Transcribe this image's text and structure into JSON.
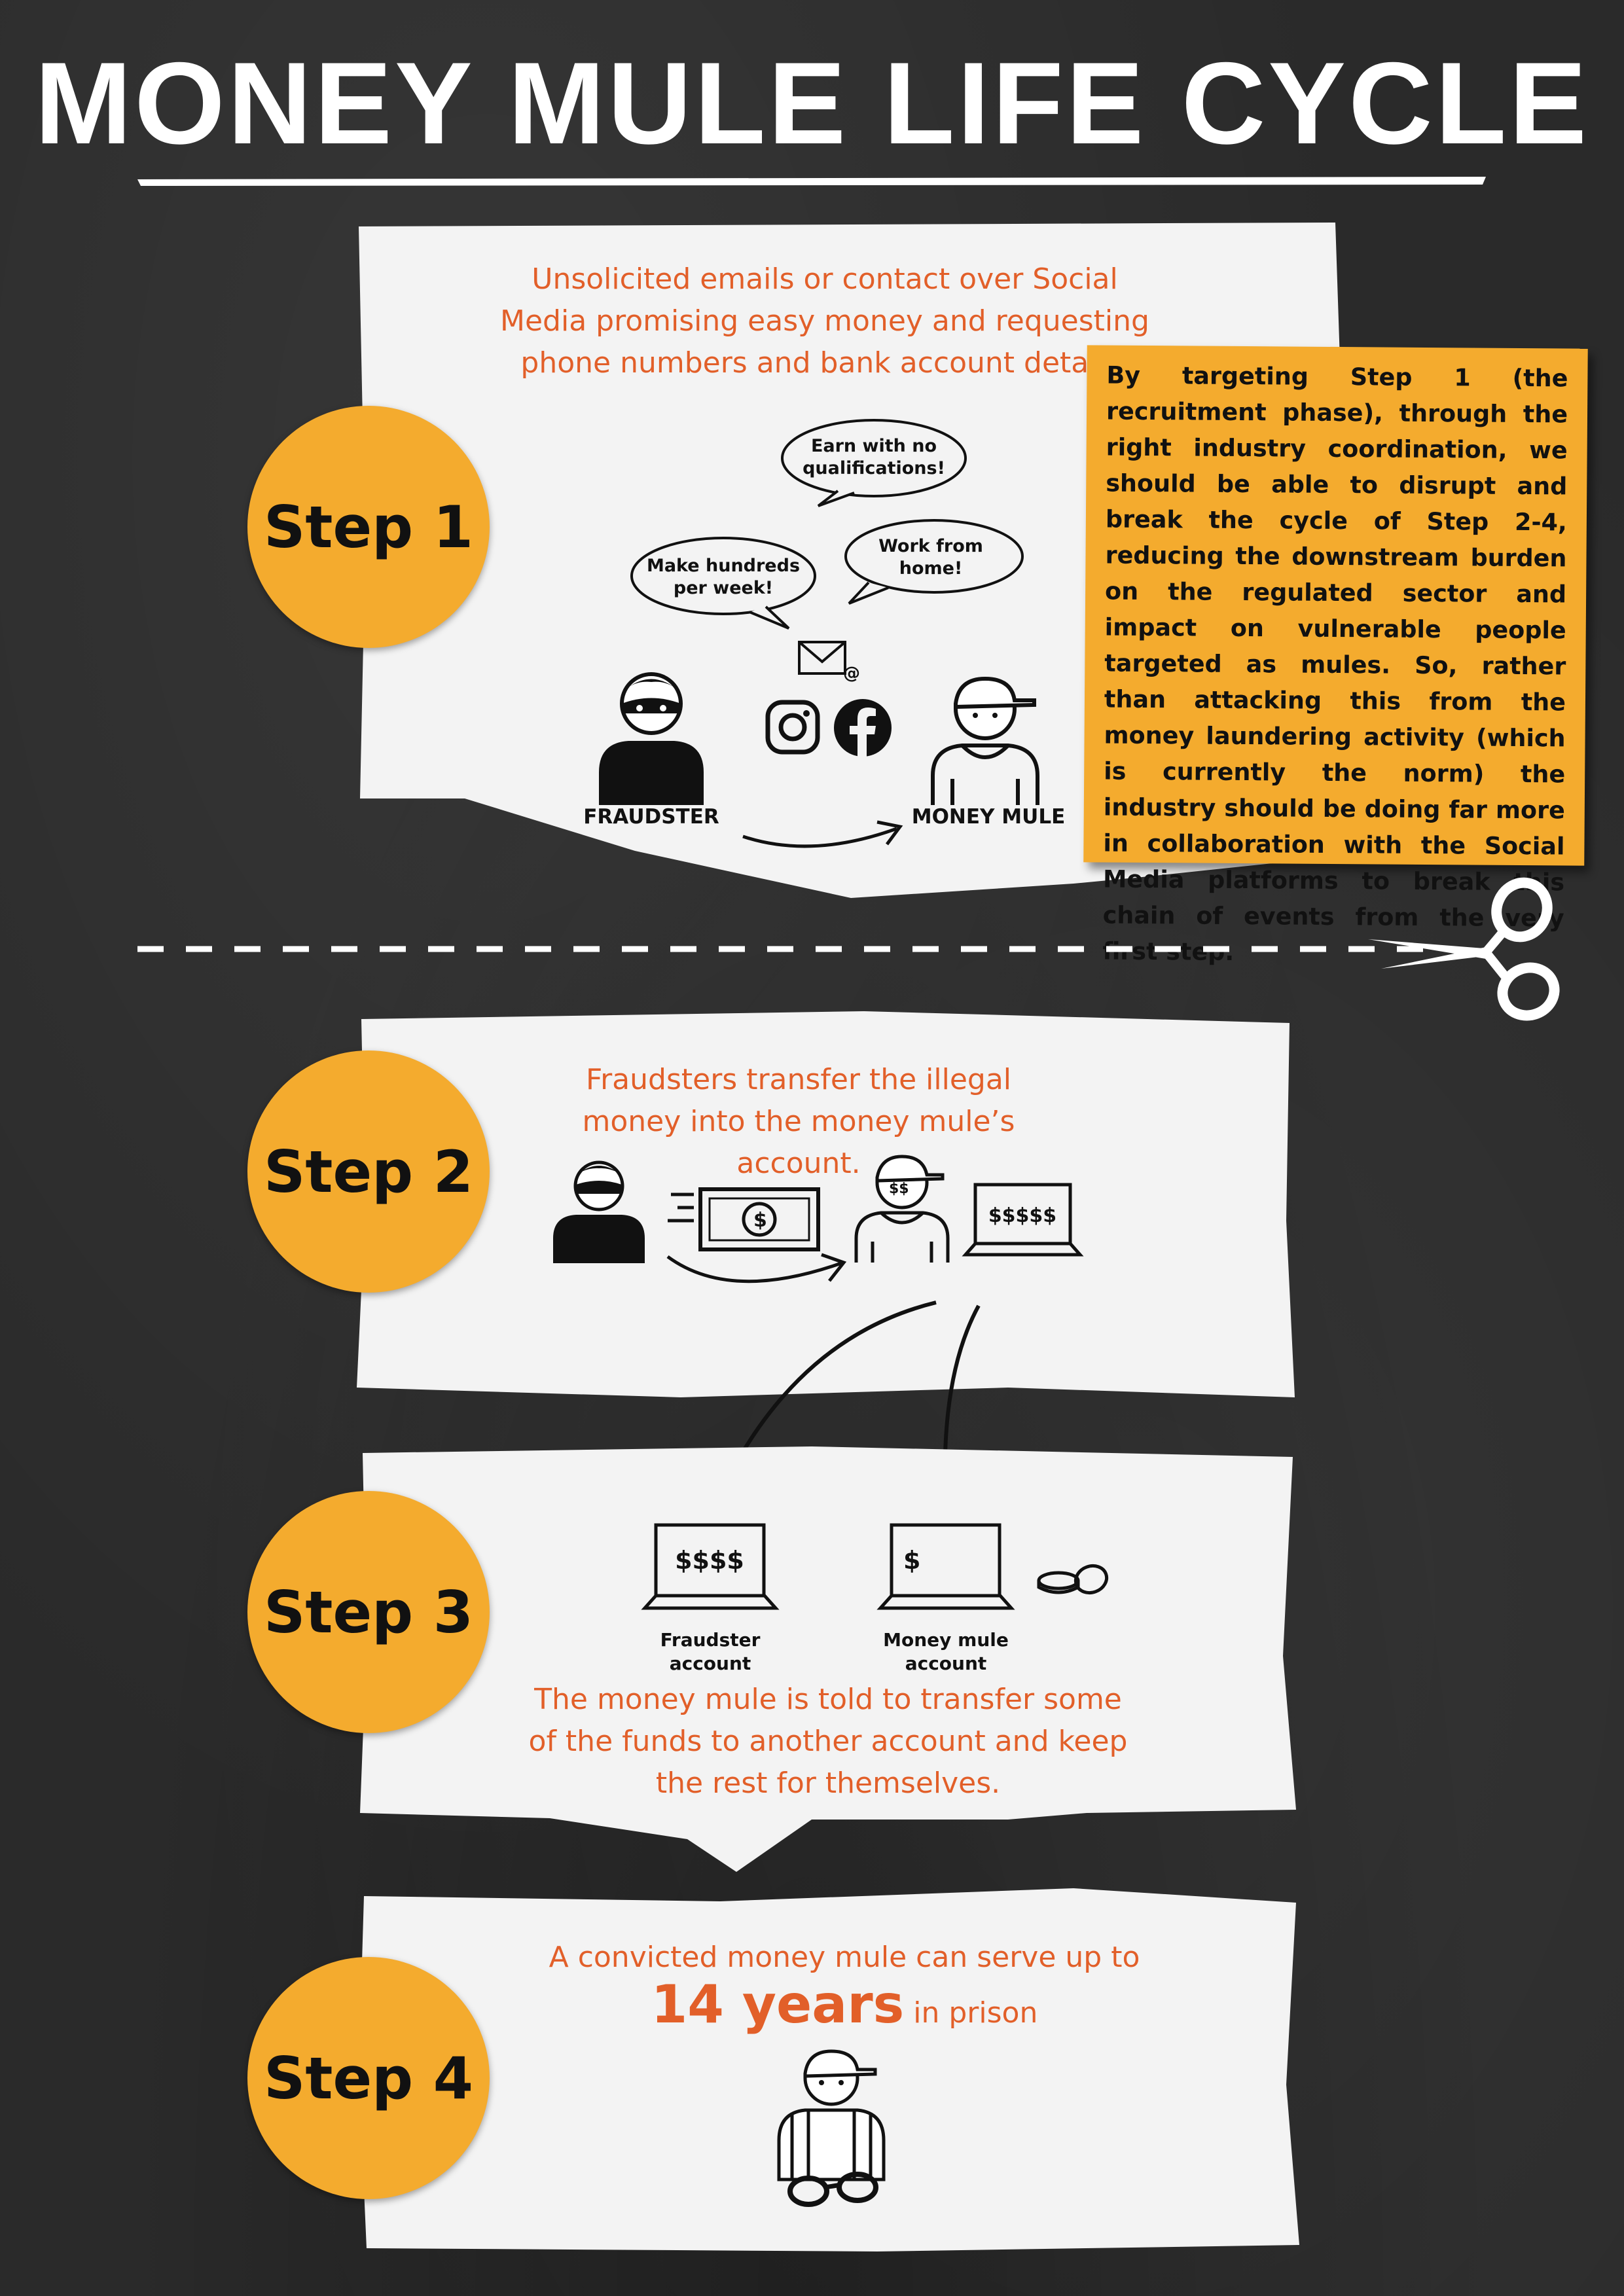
{
  "title": "MONEY MULE LIFE CYCLE",
  "colors": {
    "accent_orange": "#f4ab2e",
    "text_orange": "#e25f29",
    "paper": "#f3f3f3",
    "chalkboard": "#2a2a2a"
  },
  "step1": {
    "label": "Step 1",
    "text": "Unsolicited emails or contact over Social Media promising easy money and requesting phone numbers and bank account details.",
    "bubbles": [
      "Earn with no qualifications!",
      "Work from home!",
      "Make hundreds per week!"
    ],
    "fraudster_label": "FRAUDSTER",
    "mule_label": "MONEY MULE",
    "icons": [
      "email-icon",
      "instagram-icon",
      "facebook-icon"
    ]
  },
  "note": {
    "text": "By targeting Step 1 (the recruitment phase), through the right industry coordination, we should be able to disrupt and break the cycle of Step 2-4, reducing the downstream burden on the regulated sector and impact on vulnerable people targeted as mules. So, rather than attacking this from the money laundering activity (which is currently the norm) the industry should be doing far more in collaboration with the Social Media platforms to break this chain of events from the very first step."
  },
  "step2": {
    "label": "Step 2",
    "text": "Fraudsters transfer the illegal money into the money mule’s account.",
    "laptop_text": "$$$$$",
    "mule_cap_text": "$$"
  },
  "step3": {
    "label": "Step 3",
    "fraudster_account_label": "Fraudster account",
    "mule_account_label": "Money mule account",
    "fraudster_screen": "$$$$",
    "mule_screen": "$",
    "text": "The money mule is told to transfer some of the funds to another account and keep the rest for themselves."
  },
  "step4": {
    "label": "Step 4",
    "text_pre": "A convicted money mule can serve up to",
    "text_years": "14 years",
    "text_post": "in prison"
  }
}
